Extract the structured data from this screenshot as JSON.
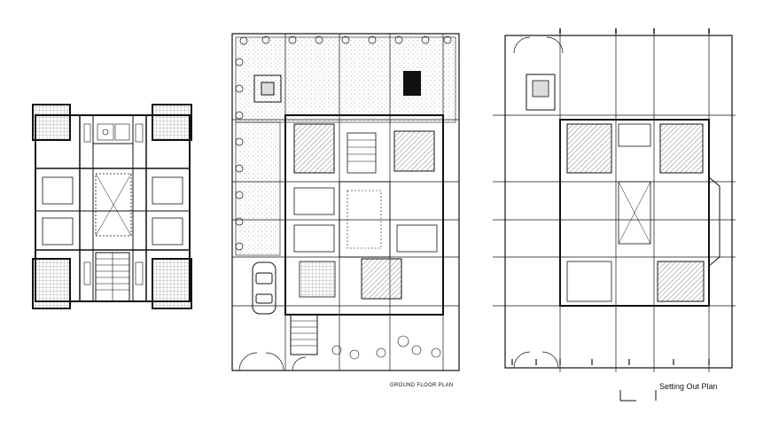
{
  "labels": {
    "ground_floor_plan": "GROUND FLOOR PLAN",
    "setting_out_plan": "Setting Out Plan"
  },
  "colors": {
    "line": "#111111",
    "hatch": "#8a8a8a",
    "background": "#ffffff"
  },
  "drawings": [
    {
      "id": "first-floor-plan",
      "caption": ""
    },
    {
      "id": "ground-floor-plan",
      "caption_key": "labels.ground_floor_plan"
    },
    {
      "id": "setting-out-plan",
      "caption_key": "labels.setting_out_plan"
    }
  ]
}
